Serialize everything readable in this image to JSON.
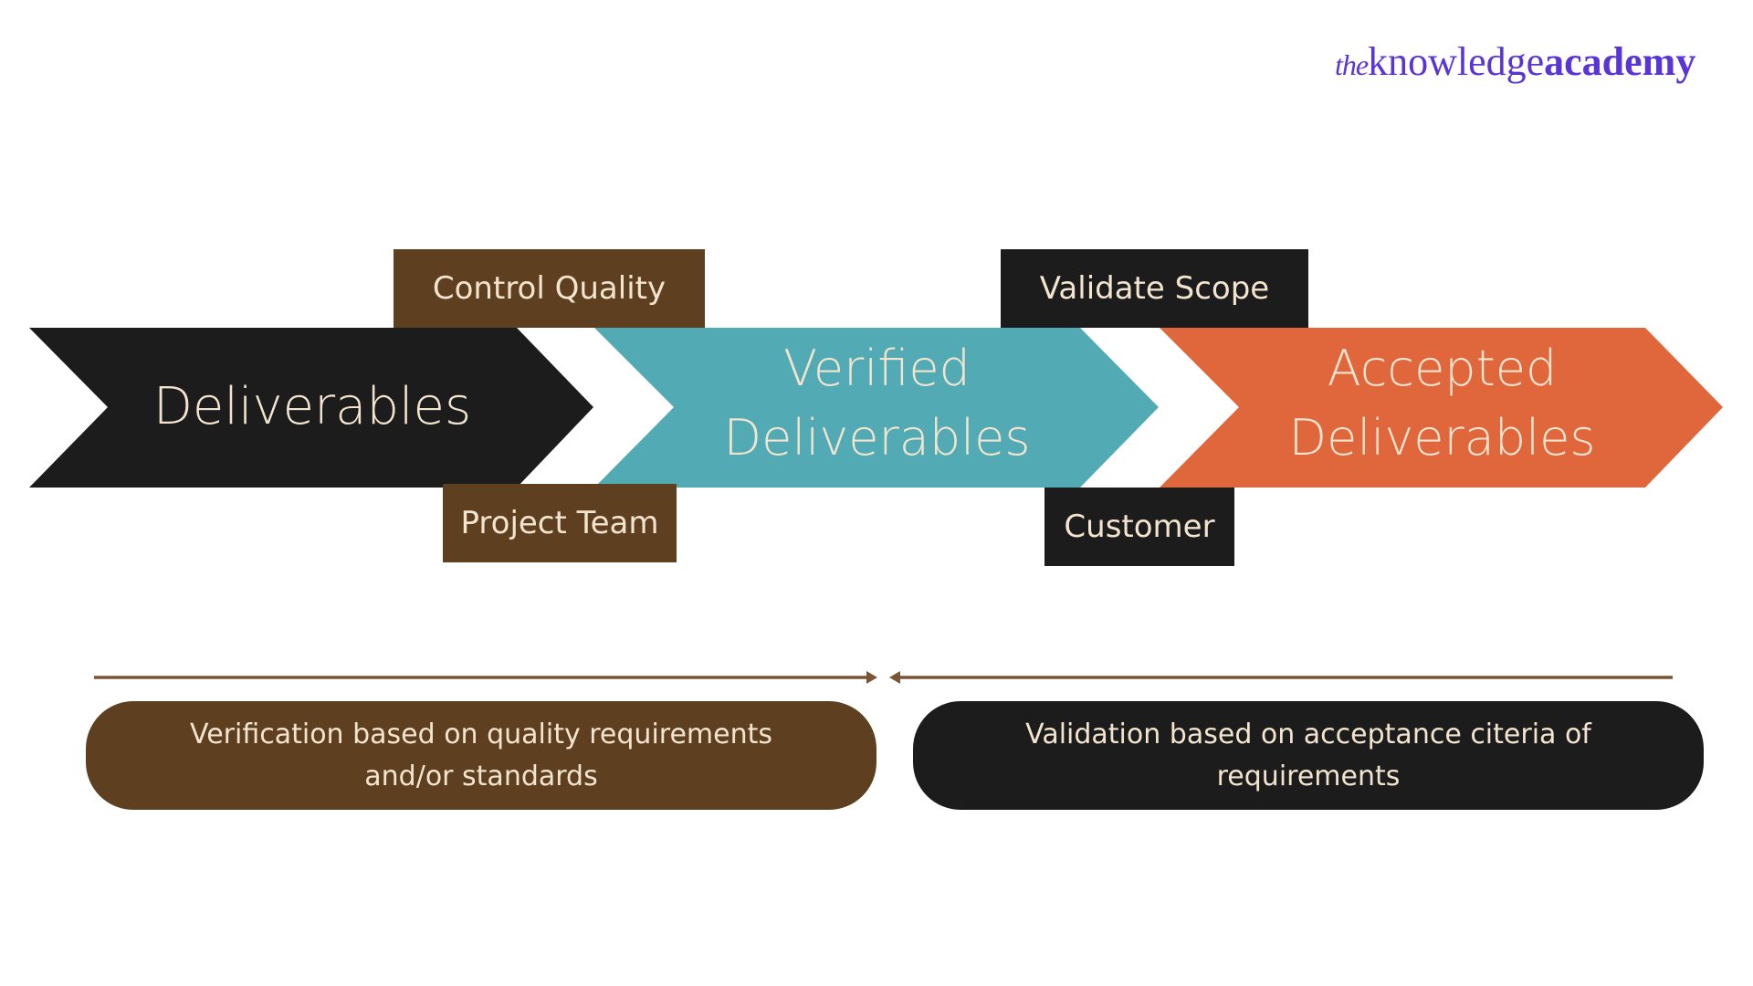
{
  "brand": {
    "logo_prefix": "the",
    "logo_middle": "knowledge",
    "logo_suffix": "academy",
    "color": "#5a35d6"
  },
  "stages": [
    {
      "id": "deliverables",
      "line1": "Deliverables",
      "line2": "",
      "color": "#1c1c1c"
    },
    {
      "id": "verified",
      "line1": "Verified",
      "line2": "Deliverables",
      "color": "#52abb4"
    },
    {
      "id": "accepted",
      "line1": "Accepted",
      "line2": "Deliverables",
      "color": "#e0663c"
    }
  ],
  "tags": {
    "control_quality": "Control Quality",
    "project_team": "Project Team",
    "validate_scope": "Validate Scope",
    "customer": "Customer"
  },
  "summaries": {
    "verification": {
      "line1": "Verification based on quality requirements",
      "line2": "and/or standards"
    },
    "validation": {
      "line1": "Validation based on acceptance citeria of",
      "line2": "requirements"
    }
  },
  "colors": {
    "text": "#f3e4cf",
    "brown": "#5e4020",
    "dark": "#1c1c1c",
    "connector": "#7a5535"
  }
}
